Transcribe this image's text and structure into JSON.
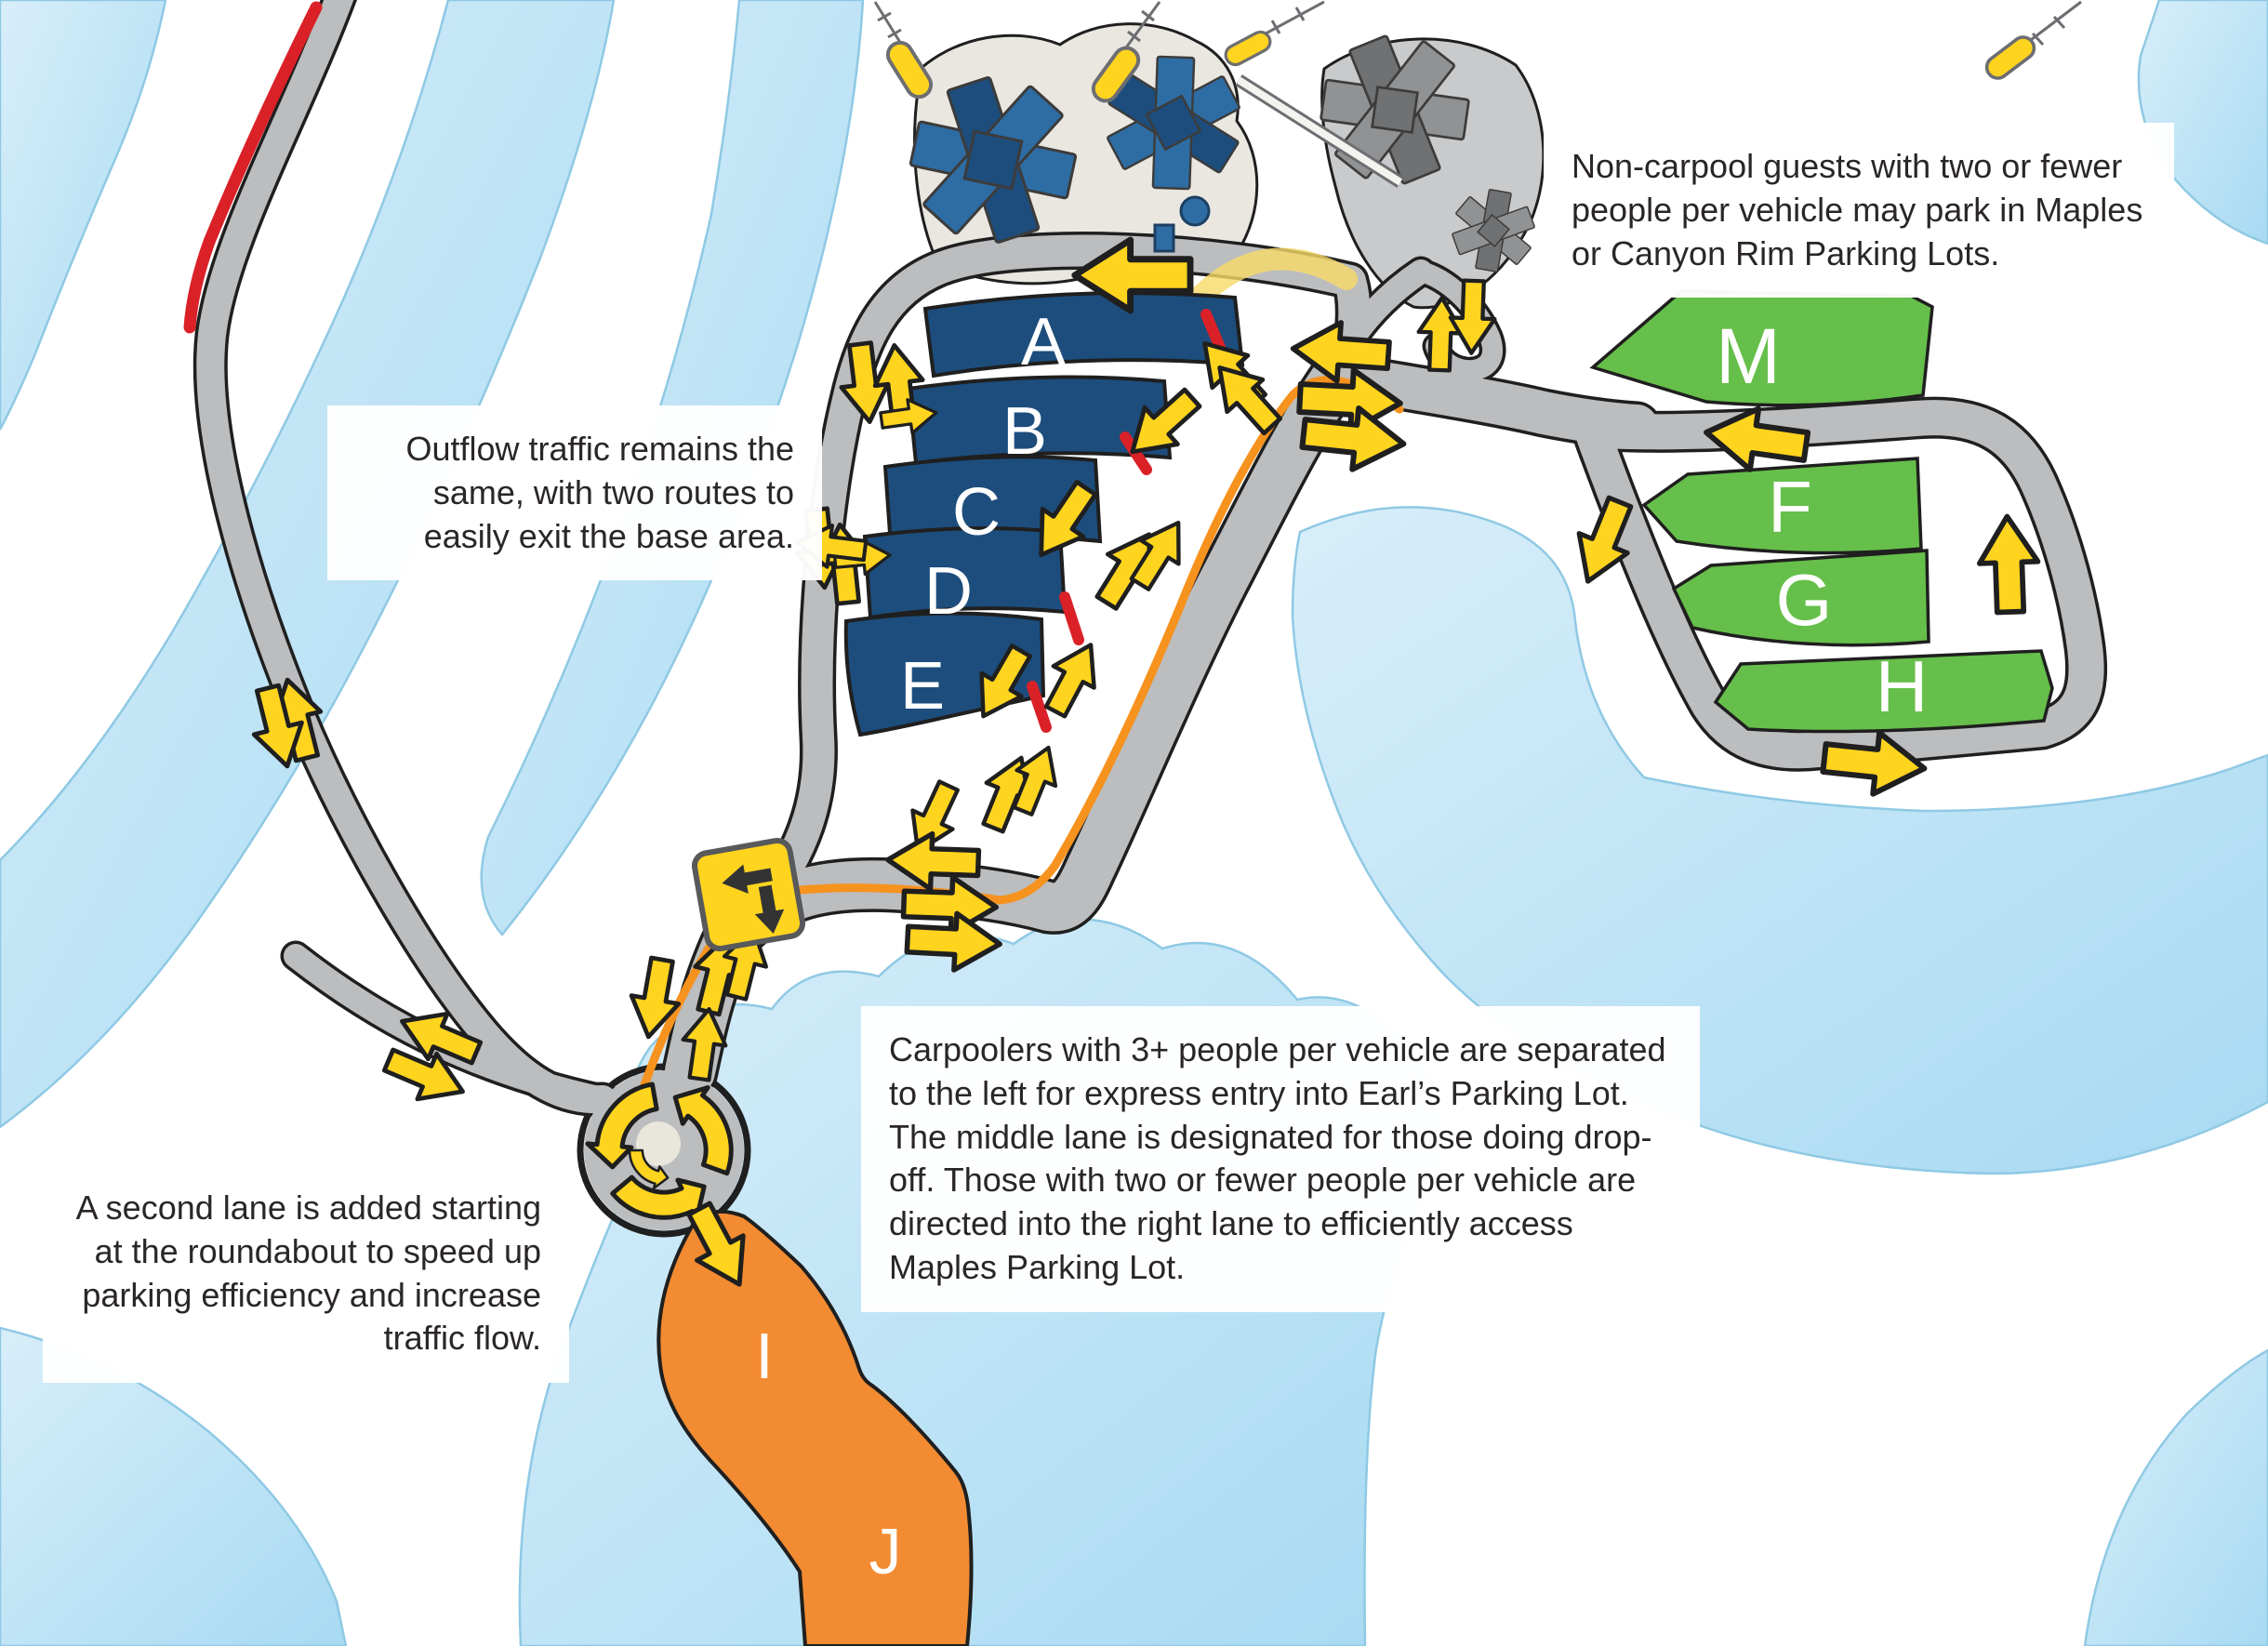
{
  "annotations": {
    "noncarpool": "Non-carpool guests with two or fewer people per vehicle may park in Maples or Canyon Rim Parking Lots.",
    "outflow": "Outflow traffic remains the same, with two routes to easily exit the base area.",
    "carpool": "Carpoolers with 3+ people per vehicle are separated to the left for express entry into Earl’s Parking Lot. The middle lane is designated for those doing drop-off. Those with two or fewer people per vehicle are directed into the right lane to efficiently access Maples Parking Lot.",
    "second_lane": "A second lane is added starting at the roundabout to speed up parking efficiency and increase traffic flow."
  },
  "lots": {
    "A": {
      "label": "A"
    },
    "B": {
      "label": "B"
    },
    "C": {
      "label": "C"
    },
    "D": {
      "label": "D"
    },
    "E": {
      "label": "E"
    },
    "M": {
      "label": "M"
    },
    "F": {
      "label": "F"
    },
    "G": {
      "label": "G"
    },
    "H": {
      "label": "H"
    },
    "I": {
      "label": "I"
    },
    "J": {
      "label": "J"
    }
  },
  "map_colors": {
    "earls_lots_navy": "#1d4d7c",
    "maples_canyon_rim_green": "#66bf4a",
    "overflow_lot_orange": "#f28b31",
    "traffic_arrow_yellow": "#ffd41f",
    "carpool_route_orange": "#f6921e",
    "closed_segment_red": "#da2128",
    "road_gray": "#bcbdbf",
    "snow_blue": "#bfe3f5"
  },
  "icons": {
    "sign_left_arrow": "left-turn lane",
    "sign_down_arrow": "straight/drop-off lane",
    "lift_terminal": "ski-lift terminal"
  }
}
